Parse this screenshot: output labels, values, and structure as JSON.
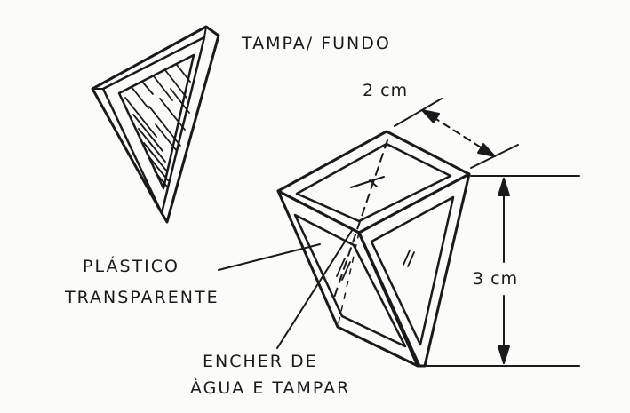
{
  "labels": {
    "lid": "TAMPA/ FUNDO",
    "width": "2 cm",
    "height": "3 cm",
    "plastic_1": "PLÁSTICO",
    "plastic_2": "TRANSPARENTE",
    "fill_1": "ENCHER DE",
    "fill_2": "ÀGUA E TAMPAR"
  },
  "colors": {
    "ink": "#1a1a1a",
    "paper": "#fbfbfa"
  }
}
